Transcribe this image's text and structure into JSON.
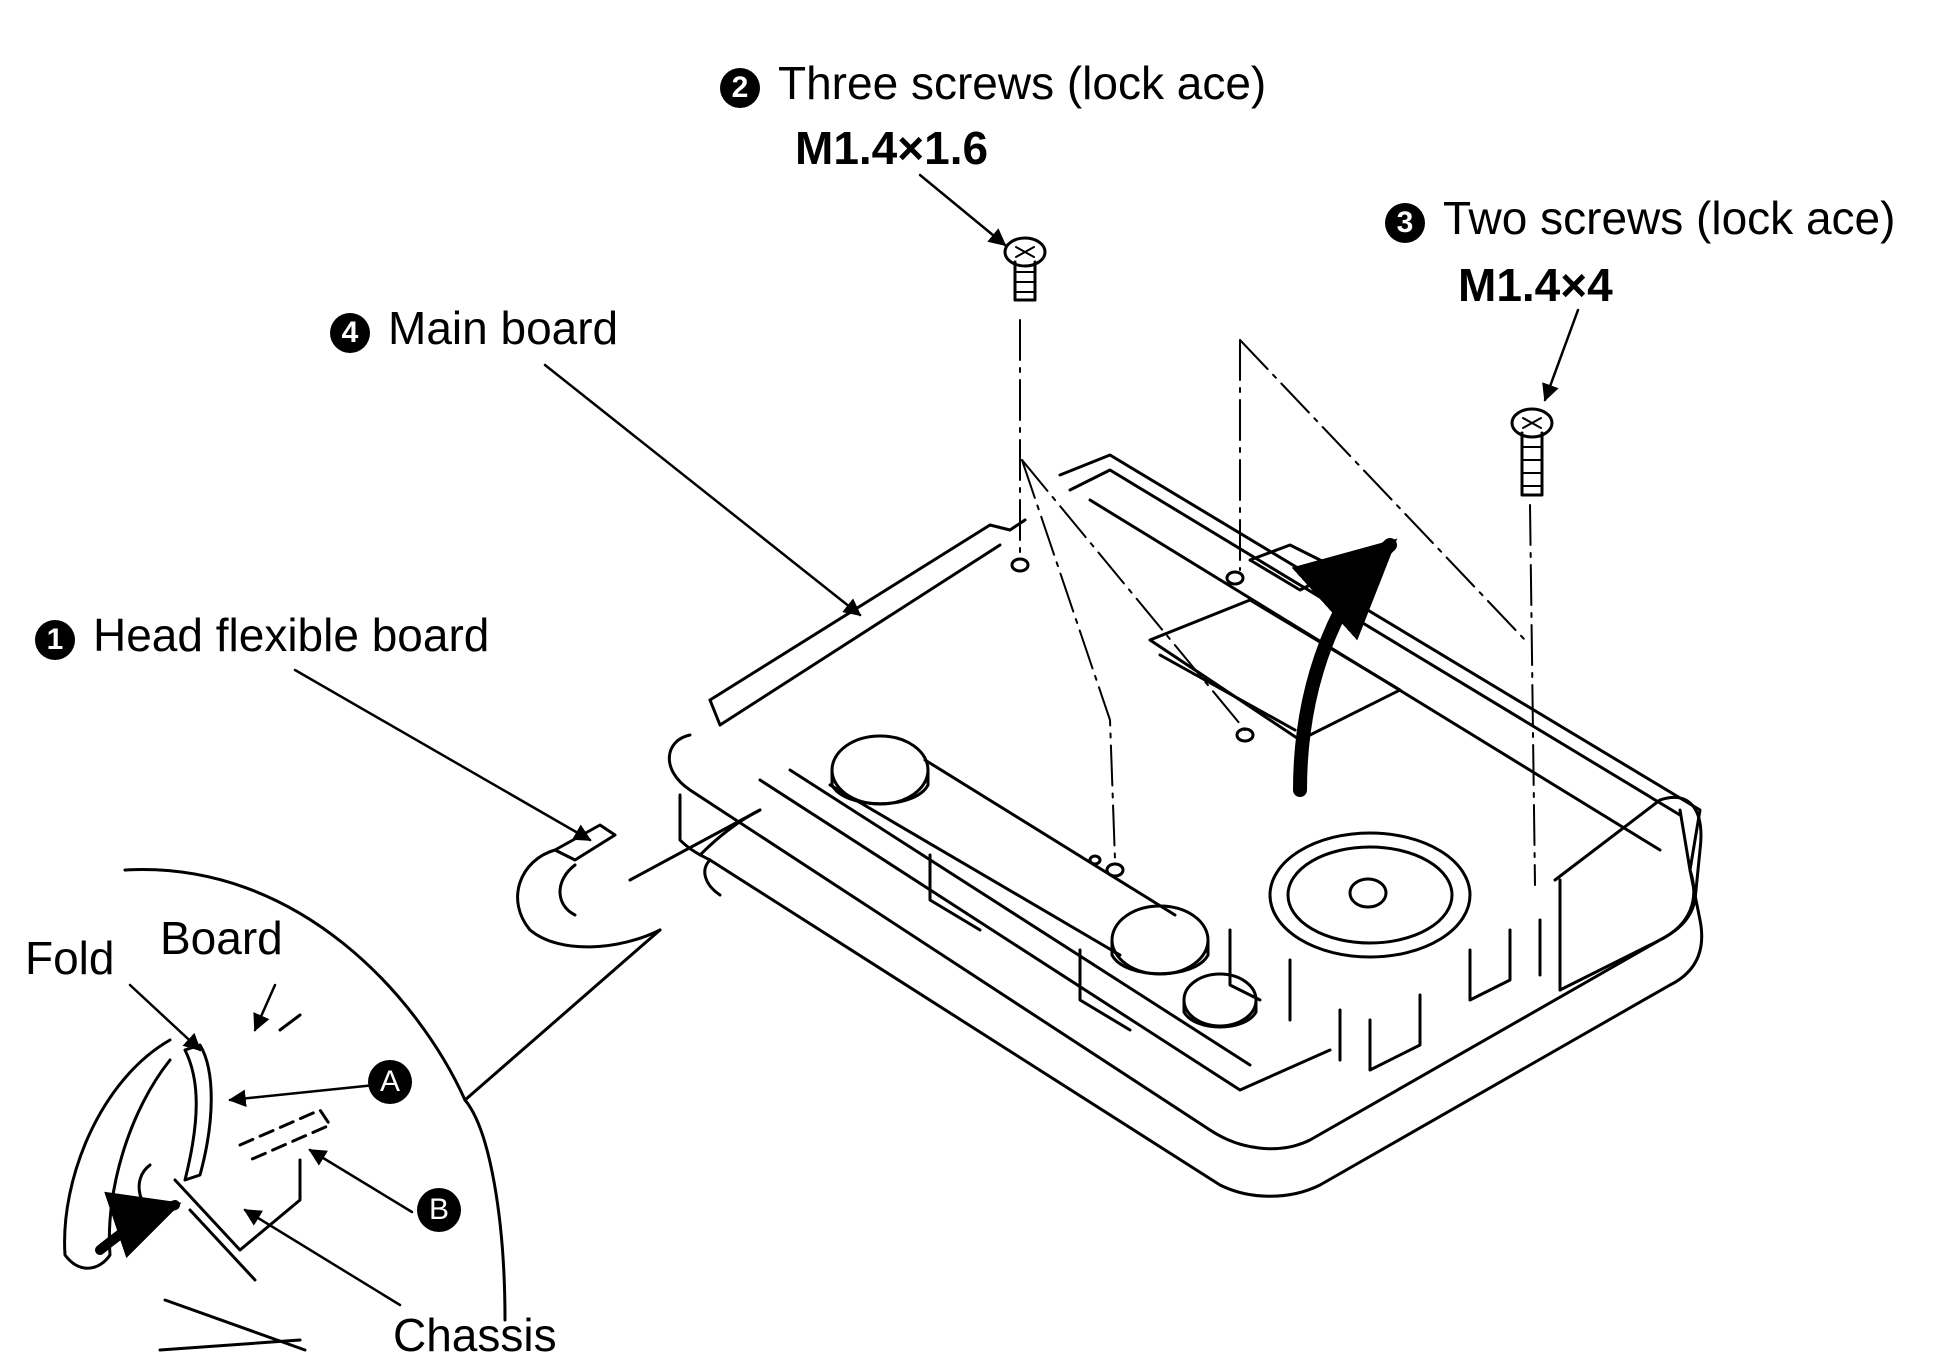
{
  "labels": {
    "head_flexible_board": {
      "num": "1",
      "text": "Head flexible board"
    },
    "three_screws": {
      "num": "2",
      "text": "Three screws (lock ace)",
      "spec": "M1.4×1.6"
    },
    "two_screws": {
      "num": "3",
      "text": "Two screws (lock ace)",
      "spec": "M1.4×4"
    },
    "main_board": {
      "num": "4",
      "text": "Main board"
    },
    "fold": "Fold",
    "board": "Board",
    "chassis": "Chassis",
    "callout_a": "A",
    "callout_b": "B"
  },
  "colors": {
    "ink": "#000000",
    "paper": "#ffffff"
  }
}
